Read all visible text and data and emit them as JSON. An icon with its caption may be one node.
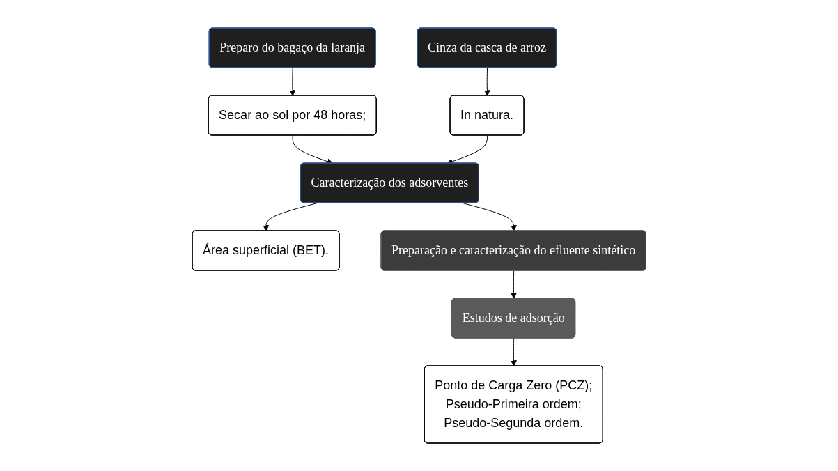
{
  "diagram": {
    "nodes": [
      {
        "text": [
          "Preparo do bagaço da laranja"
        ]
      },
      {
        "text": [
          "Cinza da casca de arroz"
        ]
      },
      {
        "text": [
          "Secar ao sol por 48 horas;"
        ]
      },
      {
        "text": [
          "In natura."
        ]
      },
      {
        "text": [
          "Caracterização dos adsorventes"
        ]
      },
      {
        "text": [
          "Área superficial (BET)."
        ]
      },
      {
        "text": [
          "Preparação e caracterização do efluente sintético"
        ]
      },
      {
        "text": [
          "Estudos de adsorção"
        ]
      },
      {
        "text": [
          "Ponto de Carga Zero (PCZ);",
          "Pseudo-Primeira ordem;",
          "Pseudo-Segunda ordem."
        ]
      }
    ],
    "edges": [
      {
        "from": 0,
        "to": 2,
        "arrow": "to"
      },
      {
        "from": 1,
        "to": 3,
        "arrow": "to"
      },
      {
        "from": 2,
        "to": 4,
        "arrow": "to"
      },
      {
        "from": 3,
        "to": 4,
        "arrow": "to"
      },
      {
        "from": 4,
        "to": 5,
        "arrow": "to"
      },
      {
        "from": 4,
        "to": 6,
        "arrow": "to"
      },
      {
        "from": 6,
        "to": 7,
        "arrow": "to"
      },
      {
        "from": 7,
        "to": 8,
        "arrow": "to"
      }
    ]
  }
}
